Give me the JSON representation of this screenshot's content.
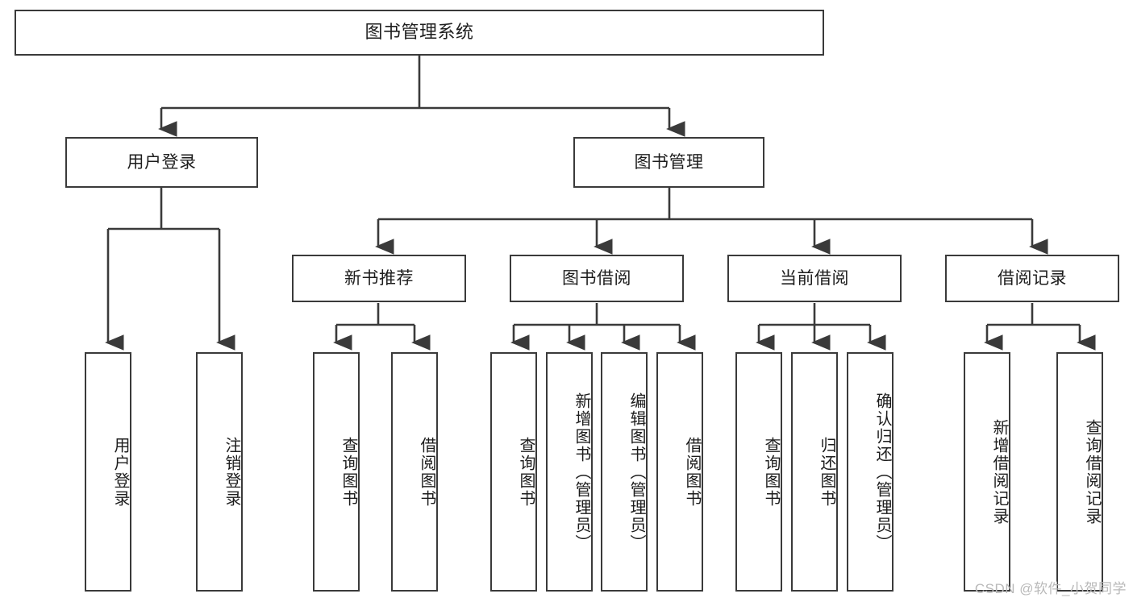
{
  "diagram": {
    "title": "图书管理系统",
    "watermark": "CSDN @软件_小贺同学",
    "line_color": "#3a3a3a",
    "box_fill": "#ffffff",
    "text_color": "#1d1d1d",
    "watermark_color": "#b9b9b9"
  },
  "nodes": {
    "root": {
      "label": "图书管理系统",
      "level": 1
    },
    "level2": [
      {
        "id": "user-login",
        "label": "用户登录"
      },
      {
        "id": "book-manage",
        "label": "图书管理"
      }
    ],
    "level3": [
      {
        "id": "new-book-recommend",
        "label": "新书推荐",
        "parent": "book-manage"
      },
      {
        "id": "book-borrow",
        "label": "图书借阅",
        "parent": "book-manage"
      },
      {
        "id": "current-borrow",
        "label": "当前借阅",
        "parent": "book-manage"
      },
      {
        "id": "borrow-record",
        "label": "借阅记录",
        "parent": "book-manage"
      }
    ],
    "leaves": [
      {
        "id": "leaf-user-login",
        "label": "用户登录",
        "parent": "user-login"
      },
      {
        "id": "leaf-logout",
        "label": "注销登录",
        "parent": "user-login"
      },
      {
        "id": "leaf-query-book-1",
        "label": "查询图书",
        "parent": "new-book-recommend"
      },
      {
        "id": "leaf-borrow-book-1",
        "label": "借阅图书",
        "parent": "new-book-recommend"
      },
      {
        "id": "leaf-query-book-2",
        "label": "查询图书",
        "parent": "book-borrow"
      },
      {
        "id": "leaf-add-book",
        "label": "新增图书（管理员）",
        "parent": "book-borrow"
      },
      {
        "id": "leaf-edit-book",
        "label": "编辑图书（管理员）",
        "parent": "book-borrow"
      },
      {
        "id": "leaf-borrow-book-2",
        "label": "借阅图书",
        "parent": "book-borrow"
      },
      {
        "id": "leaf-query-book-3",
        "label": "查询图书",
        "parent": "current-borrow"
      },
      {
        "id": "leaf-return-book",
        "label": "归还图书",
        "parent": "current-borrow"
      },
      {
        "id": "leaf-confirm-return",
        "label": "确认归还（管理员）",
        "parent": "current-borrow"
      },
      {
        "id": "leaf-add-record",
        "label": "新增借阅记录",
        "parent": "borrow-record"
      },
      {
        "id": "leaf-query-record",
        "label": "查询借阅记录",
        "parent": "borrow-record"
      }
    ]
  }
}
